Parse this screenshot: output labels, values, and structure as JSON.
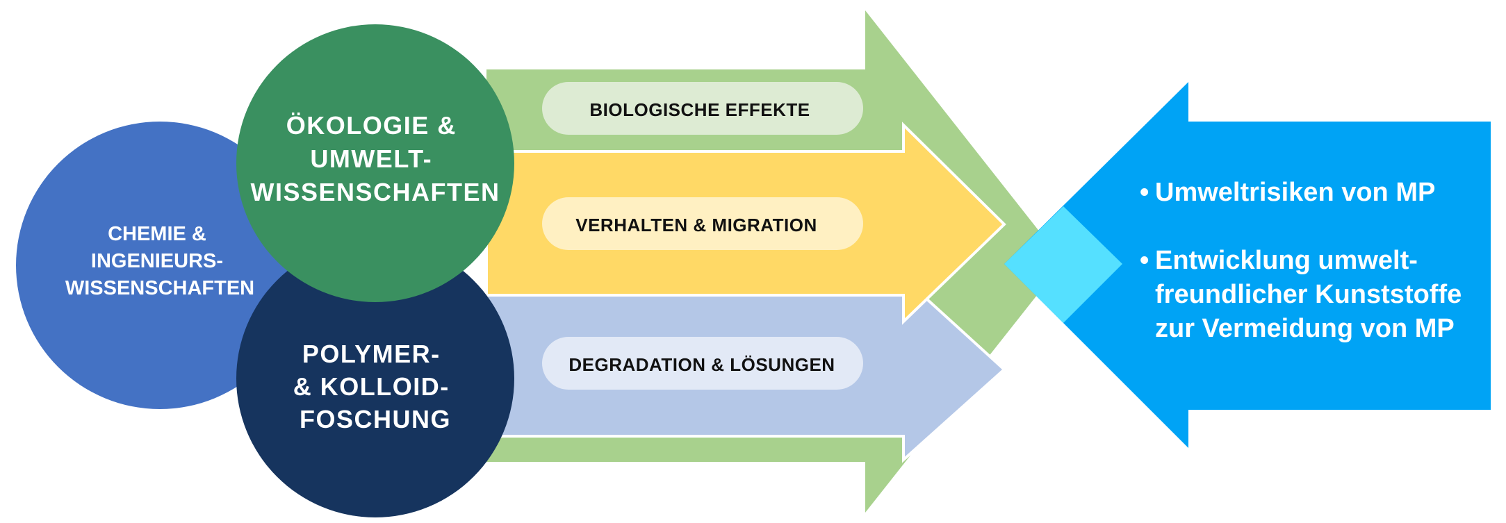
{
  "colors": {
    "chem": "#4472C4",
    "oeko": "#3A9060",
    "poly": "#16345E",
    "arrow_green": "#A8D18D",
    "arrow_yellow": "#FFD966",
    "arrow_blue": "#B4C7E7",
    "pill_green": "#DDEBD3",
    "pill_yellow": "#FFF0C2",
    "pill_blue": "#E2E9F6",
    "goal_blue": "#00A3F5",
    "overlap_cyan": "#55E0FF"
  },
  "disciplines": {
    "chem": {
      "icon": "circle",
      "lines": [
        "CHEMIE &",
        "INGENIEURS-",
        "WISSENSCHAFTEN"
      ]
    },
    "oeko": {
      "icon": "circle",
      "lines": [
        "ÖKOLOGIE &",
        "UMWELT-",
        "WISSENSCHAFTEN"
      ]
    },
    "poly": {
      "icon": "circle",
      "lines": [
        "POLYMER-",
        "& KOLLOID-",
        "FOSCHUNG"
      ]
    }
  },
  "topics": {
    "bio": "BIOLOGISCHE EFFEKTE",
    "verhalten": "VERHALTEN & MIGRATION",
    "degradation": "DEGRADATION & LÖSUNGEN"
  },
  "goals": {
    "items": [
      {
        "bullet": "•",
        "lines": [
          "Umweltrisiken von MP"
        ]
      },
      {
        "bullet": "•",
        "lines": [
          "Entwicklung umwelt-",
          "freundlicher Kunststoffe",
          "zur Vermeidung von MP"
        ]
      }
    ]
  }
}
